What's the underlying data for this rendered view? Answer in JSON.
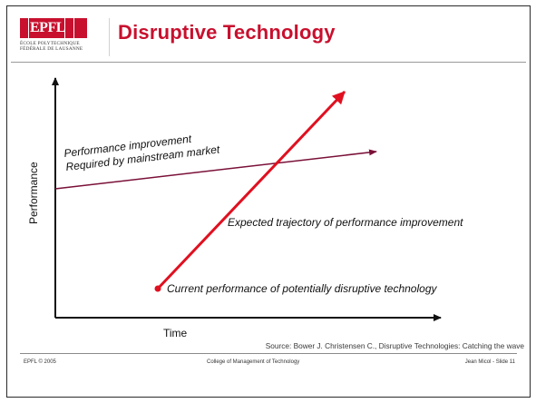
{
  "slide": {
    "logo": {
      "wordmark": "EPFL",
      "line1": "ÉCOLE POLYTECHNIQUE",
      "line2": "FÉDÉRALE DE LAUSANNE"
    },
    "title": "Disruptive Technology",
    "colors": {
      "title": "#c8102e",
      "logo": "#c8102e",
      "mainstream_line": "#7a1038",
      "disruptive_arrow": "#e01020",
      "axes": "#111111"
    }
  },
  "diagram": {
    "y_axis_label": "Performance",
    "x_axis_label": "Time",
    "mainstream_line_label_1": "Performance improvement",
    "mainstream_line_label_2": "Required by mainstream market",
    "trajectory_label": "Expected trajectory of performance improvement",
    "current_label": "Current performance of potentially disruptive technology"
  },
  "source": "Source: Bower J. Christensen C., Disruptive Technologies: Catching the wave",
  "footer": {
    "left": "EPFL © 2005",
    "center": "College of Management of Technology",
    "right": "Jean Micol  - Slide 11"
  }
}
